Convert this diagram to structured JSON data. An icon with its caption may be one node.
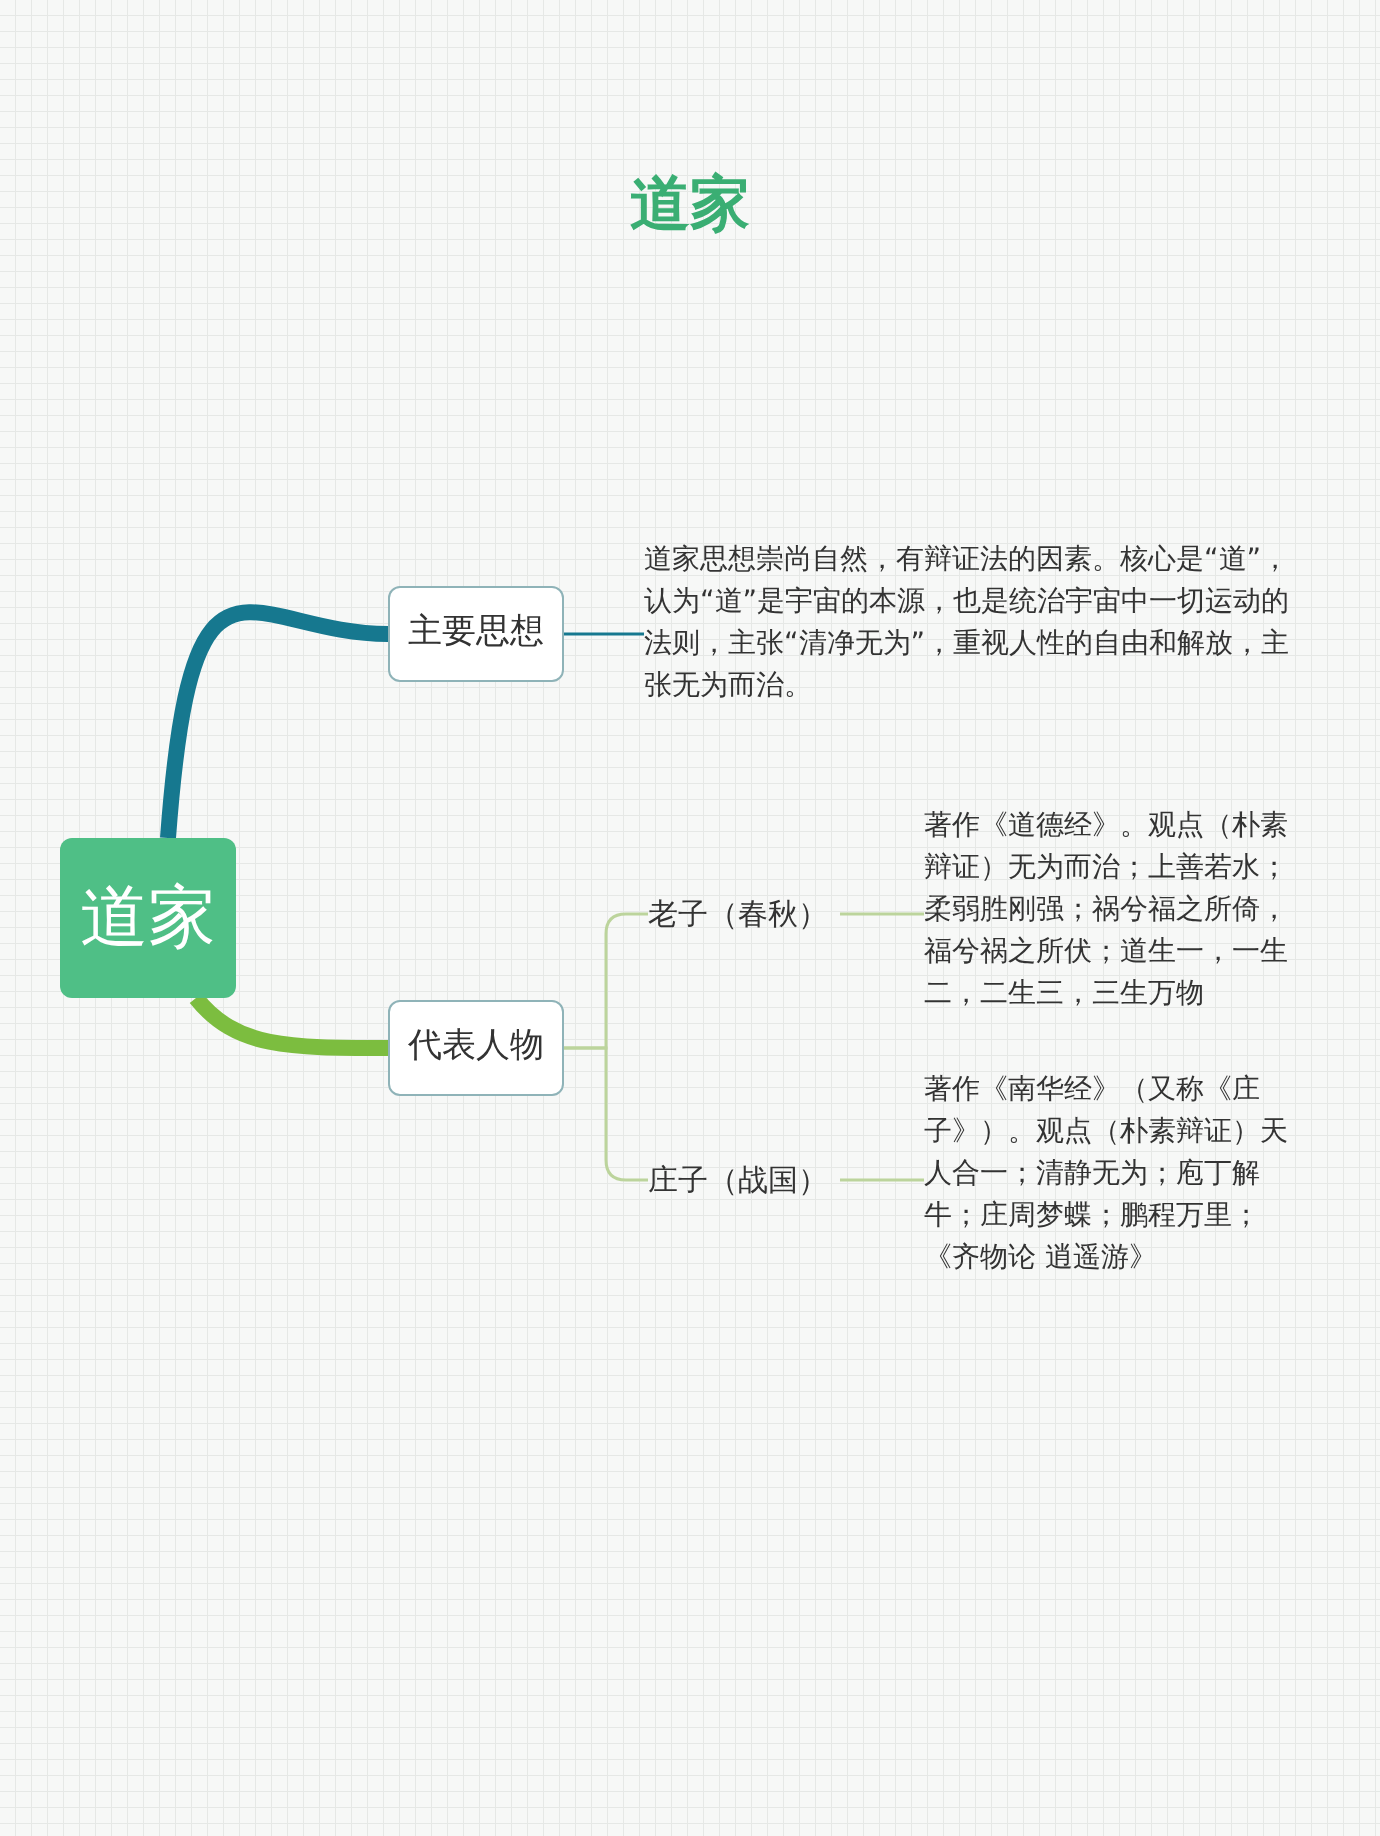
{
  "diagram": {
    "title": "道家",
    "nodes": [
      {
        "text": [
          "道家"
        ]
      },
      {
        "text": [
          "主要思想"
        ]
      },
      {
        "text": [
          "道家思想崇尚自然，有辩证法的因素。核心是“道”，认为“道”是宇宙的本源，也是统治宇宙中一切运动的法则，主张“清净无为”，重视人性的自由和解放，主张无为而治。"
        ]
      },
      {
        "text": [
          "代表人物"
        ]
      },
      {
        "text": [
          "老子（春秋）"
        ]
      },
      {
        "text": [
          "著作《道德经》。观点（朴素辩证）无为而治；上善若水；柔弱胜刚强；祸兮福之所倚，福兮祸之所伏；道生一，一生二，二生三，三生万物"
        ]
      },
      {
        "text": [
          "庄子（战国）"
        ]
      },
      {
        "text": [
          "著作《南华经》（又称《庄子》）。观点（朴素辩证）天人合一；清静无为；庖丁解牛；庄周梦蝶；鹏程万里；《齐物论 逍遥游》"
        ]
      }
    ],
    "edges": [
      {
        "from": 0,
        "to": 1,
        "arrow": "none",
        "style": "thick",
        "color": "#16788f"
      },
      {
        "from": 1,
        "to": 2,
        "arrow": "none",
        "color": "#16788f"
      },
      {
        "from": 0,
        "to": 3,
        "arrow": "none",
        "style": "thick",
        "color": "#7cbd3f"
      },
      {
        "from": 3,
        "to": 4,
        "arrow": "none"
      },
      {
        "from": 3,
        "to": 6,
        "arrow": "none"
      },
      {
        "from": 4,
        "to": 5,
        "arrow": "none"
      },
      {
        "from": 6,
        "to": 7,
        "arrow": "none"
      }
    ]
  }
}
